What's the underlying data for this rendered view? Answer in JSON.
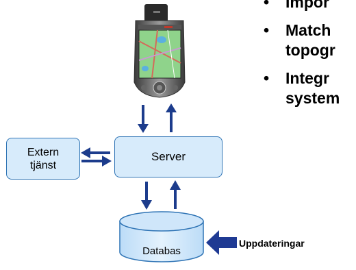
{
  "bullets": [
    {
      "text": "Impor"
    },
    {
      "text": "Match",
      "line2": "topogr"
    },
    {
      "text": "Integr",
      "line2": "system"
    }
  ],
  "nodes": {
    "extern": {
      "line1": "Extern",
      "line2": "tjänst"
    },
    "server": {
      "label": "Server"
    },
    "database": {
      "label": "Databas"
    }
  },
  "updates_label": "Uppdateringar",
  "colors": {
    "arrow": "#1c3c8c",
    "node_fill": "#d7ebfb",
    "node_border": "#2f74b5",
    "update_arrow": "#1f3a93"
  },
  "icons": {
    "device": "pda-gps-device-icon"
  }
}
